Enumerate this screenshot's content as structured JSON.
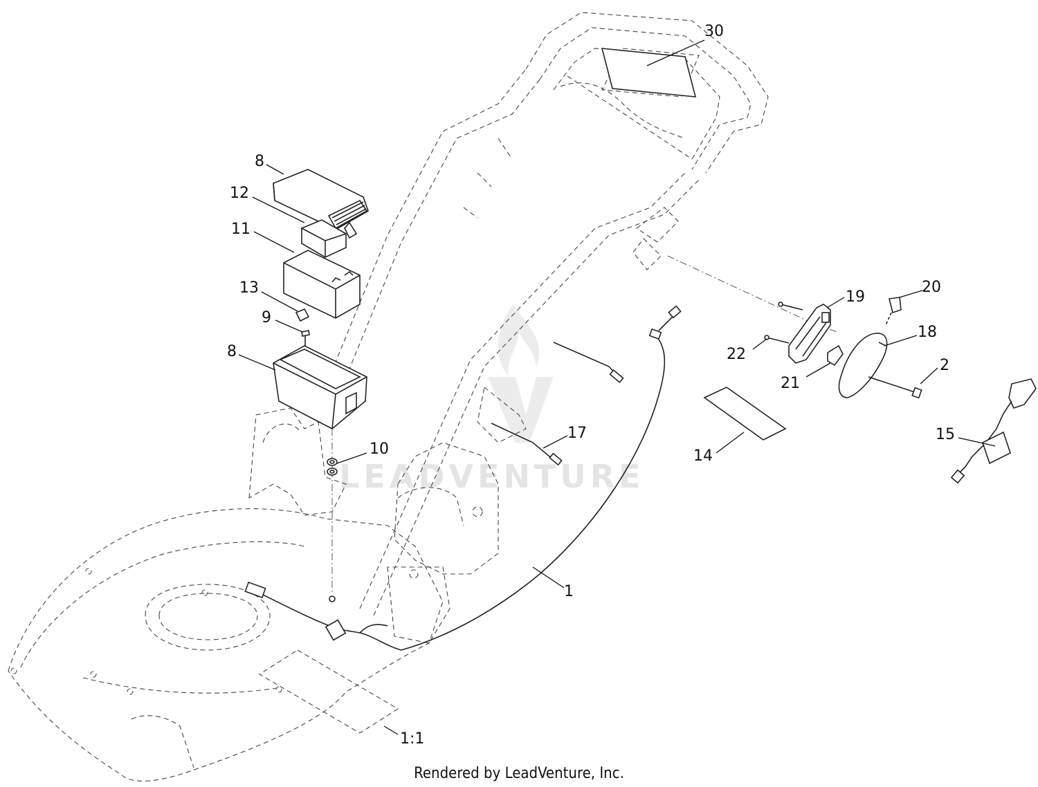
{
  "diagram": {
    "watermark": "LEADVENTURE",
    "footer": "Rendered by LeadVenture, Inc.",
    "callouts": [
      {
        "label": "30"
      },
      {
        "label": "8"
      },
      {
        "label": "12"
      },
      {
        "label": "11"
      },
      {
        "label": "13"
      },
      {
        "label": "9"
      },
      {
        "label": "8"
      },
      {
        "label": "10"
      },
      {
        "label": "17"
      },
      {
        "label": "1"
      },
      {
        "label": "1:1"
      },
      {
        "label": "19"
      },
      {
        "label": "20"
      },
      {
        "label": "22"
      },
      {
        "label": "18"
      },
      {
        "label": "21"
      },
      {
        "label": "2"
      },
      {
        "label": "14"
      },
      {
        "label": "15"
      }
    ]
  }
}
